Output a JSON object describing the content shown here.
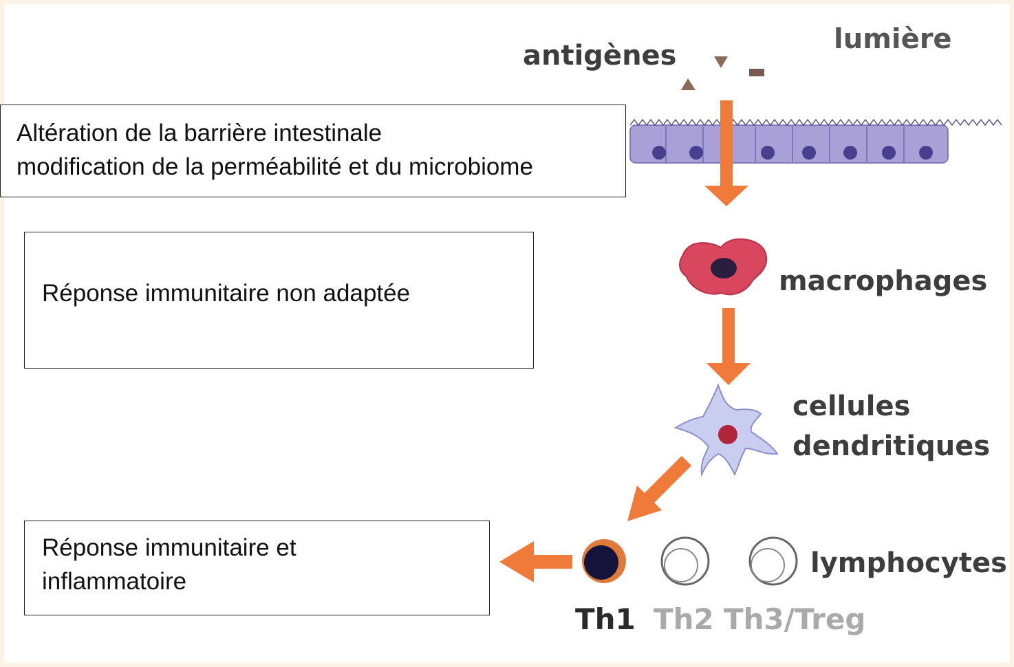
{
  "labels": {
    "antigens": "antigènes",
    "lumen": "lumière",
    "macrophages": "macrophages",
    "dendritic_line1": "cellules",
    "dendritic_line2": "dendritiques",
    "lymphocytes": "lymphocytes",
    "th1": "Th1",
    "th2": "Th2",
    "th3": "Th3/Treg"
  },
  "boxes": {
    "barrier": {
      "line1": "Altération de la barrière intestinale",
      "line2": "modification de la perméabilité et du microbiome"
    },
    "non_adapted": {
      "line1": "Réponse immunitaire non adaptée"
    },
    "inflammatory": {
      "line1": "Réponse immunitaire et",
      "line2": "inflammatoire"
    }
  },
  "colors": {
    "arrow": "#ef7a3a",
    "epithelium": "#a9a0d8",
    "nucleus": "#4a3f8f",
    "macrophage": "#d9475e",
    "dendritic": "#c9cdef",
    "th1_cell": "#e07a3a"
  }
}
